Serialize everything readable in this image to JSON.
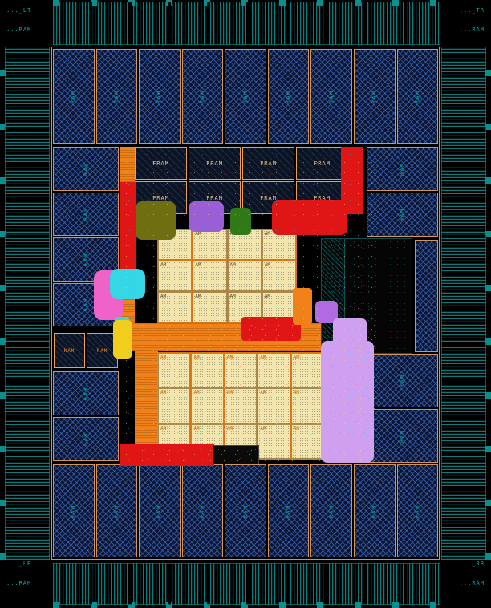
{
  "palette": {
    "bg": "#000000",
    "io-teal": "#0a8f8f",
    "label-teal": "#00b3a4",
    "macro-fill": "#0a1534",
    "macro-hatch": "#4a7ad2",
    "macro-border": "#cf955a",
    "core-border": "#f08a28",
    "orange": "#f08018",
    "fram-border": "#ef9f4a",
    "fram-text": "#eac17e",
    "cream": "#f2e5ae",
    "cream-border": "#a9894c",
    "red": "#e01515",
    "olive": "#6f6f12",
    "green": "#2f7a16",
    "purple": "#9a5fd6",
    "violet": "#b16ae0",
    "lavender": "#cf9ff0",
    "pink": "#ef63c8",
    "cyan": "#35d6e6",
    "yellow": "#f1cd1d",
    "black-macro": "#050505"
  },
  "corners": {
    "top_left": {
      "line1": "..._LT",
      "line2": "...RAM"
    },
    "top_right": {
      "line1": "..._TR",
      "line2": "...RAM"
    },
    "bottom_left": {
      "line1": "..._LB",
      "line2": "...RAM"
    },
    "bottom_right": {
      "line1": "..._RB",
      "line2": "...RAM"
    }
  },
  "core": {
    "top_macros": [
      "RAM",
      "RAM",
      "RAM",
      "RAM",
      "RAM",
      "RAM",
      "RAM",
      "RAM",
      "RAM"
    ],
    "bottom_macros": [
      "RAM",
      "RAM",
      "RAM",
      "RAM",
      "RAM",
      "RAM",
      "RAM",
      "RAM",
      "RAM"
    ],
    "left_macros": [
      "RAM",
      "RAM",
      "RAM",
      "RAM"
    ],
    "left_macros_lower": [
      "RAM",
      "RAM"
    ],
    "left_small_cells": [
      "RAM",
      "RAM"
    ],
    "right_macros_upper": [
      "RAM",
      "RAM"
    ],
    "right_macros_lower": [
      "RAM",
      "RAM"
    ],
    "fram_cells": [
      "FRAM",
      "FRAM",
      "FRAM",
      "FRAM",
      "FRAM",
      "FRAM",
      "FRAM",
      "FRAM"
    ],
    "am_cells_upper": [
      "AM",
      "AM",
      "AM",
      "AM",
      "AM",
      "AM",
      "AM",
      "AM",
      "AM",
      "AM",
      "AM",
      "AM"
    ],
    "am_cells_lower": [
      "AM",
      "AM",
      "AM",
      "AM",
      "AM",
      "AM",
      "AM",
      "AM",
      "AM",
      "AM",
      "AM",
      "AM",
      "AM",
      "AM",
      "AM"
    ]
  }
}
